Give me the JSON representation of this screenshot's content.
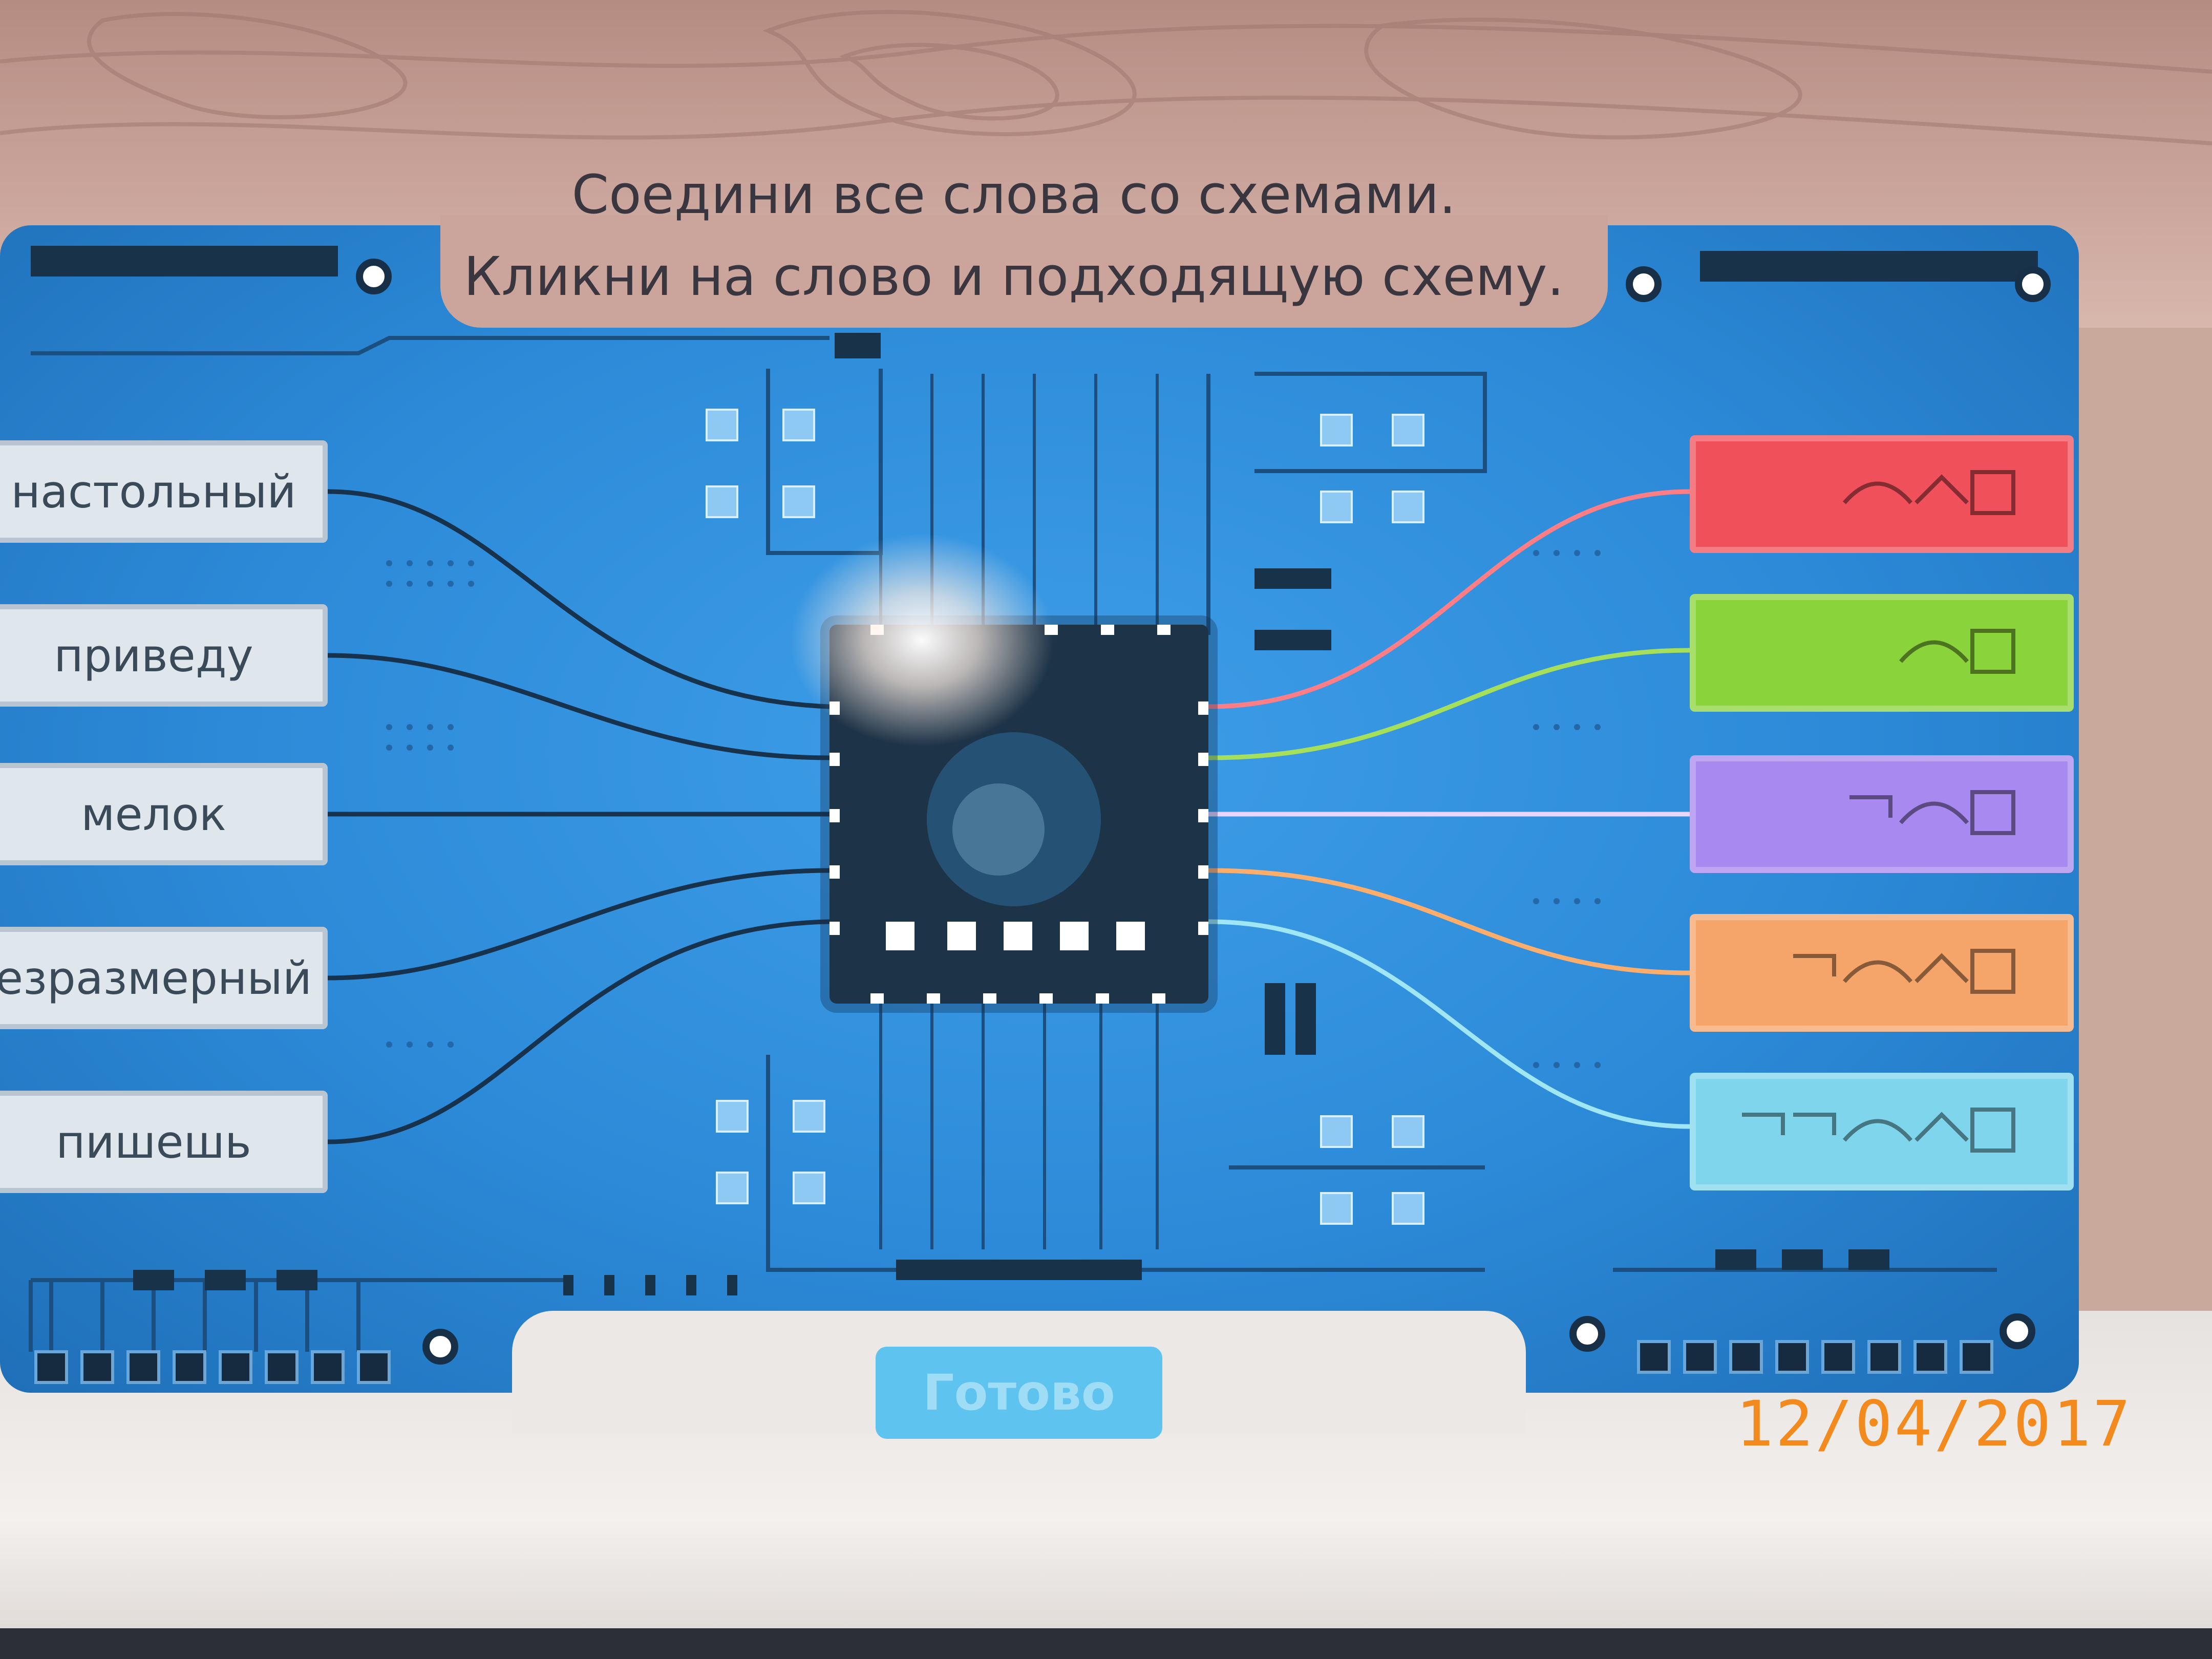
{
  "instruction": {
    "line1": "Соедини все слова со схемами.",
    "line2": "Кликни на слово и подходящую схему."
  },
  "words": [
    {
      "label": "настольный"
    },
    {
      "label": "приведу"
    },
    {
      "label": "мелок"
    },
    {
      "label": "езразмерный"
    },
    {
      "label": "пишешь"
    }
  ],
  "schemes": [
    {
      "color": "#f0505a",
      "symbols": [
        "arc",
        "caret",
        "square"
      ]
    },
    {
      "color": "#8bd33a",
      "symbols": [
        "arc",
        "square"
      ]
    },
    {
      "color": "#a889ef",
      "symbols": [
        "prefix",
        "arc",
        "square"
      ]
    },
    {
      "color": "#f6a56a",
      "symbols": [
        "prefix",
        "arc",
        "caret",
        "square"
      ]
    },
    {
      "color": "#7fd6ec",
      "symbols": [
        "prefix",
        "prefix",
        "arc",
        "caret",
        "square"
      ]
    }
  ],
  "connection_colors": [
    "#ff7e86",
    "#a6e05a",
    "#e9d6ff",
    "#ffad6a",
    "#9fe6f7"
  ],
  "ready_button": {
    "label": "Готово"
  },
  "timestamp": "12/04/2017"
}
